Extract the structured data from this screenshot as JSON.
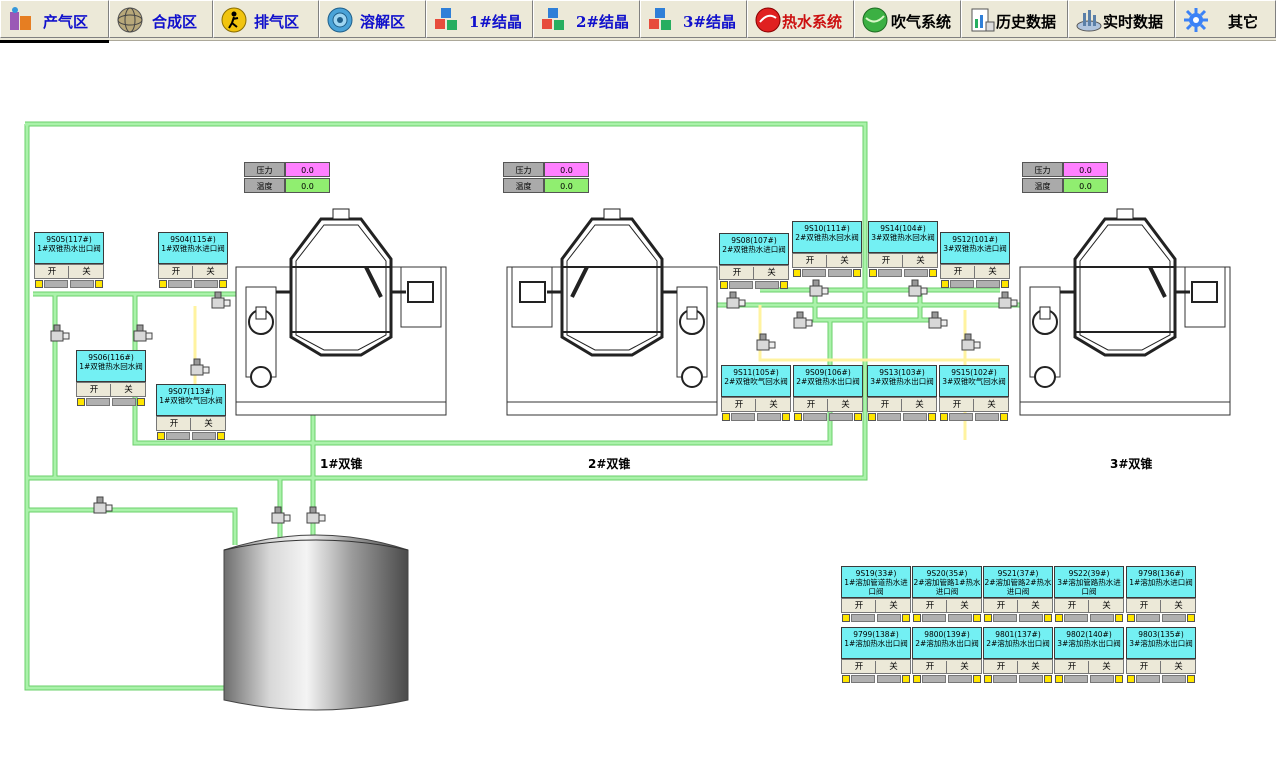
{
  "tabs": [
    {
      "label": "产气区",
      "icon": "factory-gas-icon",
      "color": "#1010cc",
      "active": true
    },
    {
      "label": "合成区",
      "icon": "synthesis-globe-icon",
      "color": "#1010cc"
    },
    {
      "label": "排气区",
      "icon": "exhaust-runner-icon",
      "color": "#1010cc"
    },
    {
      "label": "溶解区",
      "icon": "dissolve-icon",
      "color": "#1010cc"
    },
    {
      "label": "1#结晶",
      "icon": "crystal-cubes-icon",
      "color": "#1010cc"
    },
    {
      "label": "2#结晶",
      "icon": "crystal-cubes-icon",
      "color": "#1010cc"
    },
    {
      "label": "3#结晶",
      "icon": "crystal-cubes-icon",
      "color": "#1010cc"
    },
    {
      "label": "热水系统",
      "icon": "hot-water-icon",
      "color": "#cc1010"
    },
    {
      "label": "吹气系统",
      "icon": "blow-globe-icon",
      "color": "#000000"
    },
    {
      "label": "历史数据",
      "icon": "history-data-icon",
      "color": "#000000"
    },
    {
      "label": "实时数据",
      "icon": "realtime-data-icon",
      "color": "#000000"
    },
    {
      "label": "其它",
      "icon": "other-icon",
      "color": "#000000"
    }
  ],
  "gauges": [
    {
      "pressure_label": "压力",
      "pressure": "0.0",
      "temp_label": "温度",
      "temp": "0.0"
    },
    {
      "pressure_label": "压力",
      "pressure": "0.0",
      "temp_label": "温度",
      "temp": "0.0"
    },
    {
      "pressure_label": "压力",
      "pressure": "0.0",
      "temp_label": "温度",
      "temp": "0.0"
    }
  ],
  "cones": [
    {
      "caption": "1#双锥"
    },
    {
      "caption": "2#双锥"
    },
    {
      "caption": "3#双锥"
    }
  ],
  "valves": [
    {
      "title": "9S05(117#)",
      "desc": "1#双锥热水出口阀",
      "open": "开",
      "close": "关"
    },
    {
      "title": "9S04(115#)",
      "desc": "1#双锥热水进口阀",
      "open": "开",
      "close": "关"
    },
    {
      "title": "9S06(116#)",
      "desc": "1#双锥热水回水阀",
      "open": "开",
      "close": "关"
    },
    {
      "title": "9S07(113#)",
      "desc": "1#双锥吹气回水阀",
      "open": "开",
      "close": "关"
    },
    {
      "title": "9S08(107#)",
      "desc": "2#双锥热水进口阀",
      "open": "开",
      "close": "关"
    },
    {
      "title": "9S10(111#)",
      "desc": "2#双锥热水回水阀",
      "open": "开",
      "close": "关"
    },
    {
      "title": "9S14(104#)",
      "desc": "3#双锥热水回水阀",
      "open": "开",
      "close": "关"
    },
    {
      "title": "9S12(101#)",
      "desc": "3#双锥热水进口阀",
      "open": "开",
      "close": "关"
    },
    {
      "title": "9S11(105#)",
      "desc": "2#双锥吹气回水阀",
      "open": "开",
      "close": "关"
    },
    {
      "title": "9S09(106#)",
      "desc": "2#双锥热水出口阀",
      "open": "开",
      "close": "关"
    },
    {
      "title": "9S13(103#)",
      "desc": "3#双锥热水出口阀",
      "open": "开",
      "close": "关"
    },
    {
      "title": "9S15(102#)",
      "desc": "3#双锥吹气回水阀",
      "open": "开",
      "close": "关"
    },
    {
      "title": "9S19(33#)",
      "desc": "1#溶加管道热水进口阀",
      "open": "开",
      "close": "关"
    },
    {
      "title": "9S20(35#)",
      "desc": "2#溶加管路1#热水进口阀",
      "open": "开",
      "close": "关"
    },
    {
      "title": "9S21(37#)",
      "desc": "2#溶加管路2#热水进口阀",
      "open": "开",
      "close": "关"
    },
    {
      "title": "9S22(39#)",
      "desc": "3#溶加管路热水进口阀",
      "open": "开",
      "close": "关"
    },
    {
      "title": "9798(136#)",
      "desc": "1#溶加热水进口阀",
      "open": "开",
      "close": "关"
    },
    {
      "title": "9799(138#)",
      "desc": "1#溶加热水出口阀",
      "open": "开",
      "close": "关"
    },
    {
      "title": "9800(139#)",
      "desc": "2#溶加热水出口阀",
      "open": "开",
      "close": "关"
    },
    {
      "title": "9801(137#)",
      "desc": "2#溶加热水出口阀",
      "open": "开",
      "close": "关"
    },
    {
      "title": "9802(140#)",
      "desc": "3#溶加热水出口阀",
      "open": "开",
      "close": "关"
    },
    {
      "title": "9803(135#)",
      "desc": "3#溶加热水出口阀",
      "open": "开",
      "close": "关"
    }
  ],
  "colors": {
    "pipe": "#aaf2aa",
    "pipe_edge": "#6bd06b",
    "hot_pipe": "#fff3a0",
    "panel": "#73f0f3",
    "pressure": "#ff80ff",
    "temp": "#90ee70",
    "indicator": "#ffe600"
  }
}
